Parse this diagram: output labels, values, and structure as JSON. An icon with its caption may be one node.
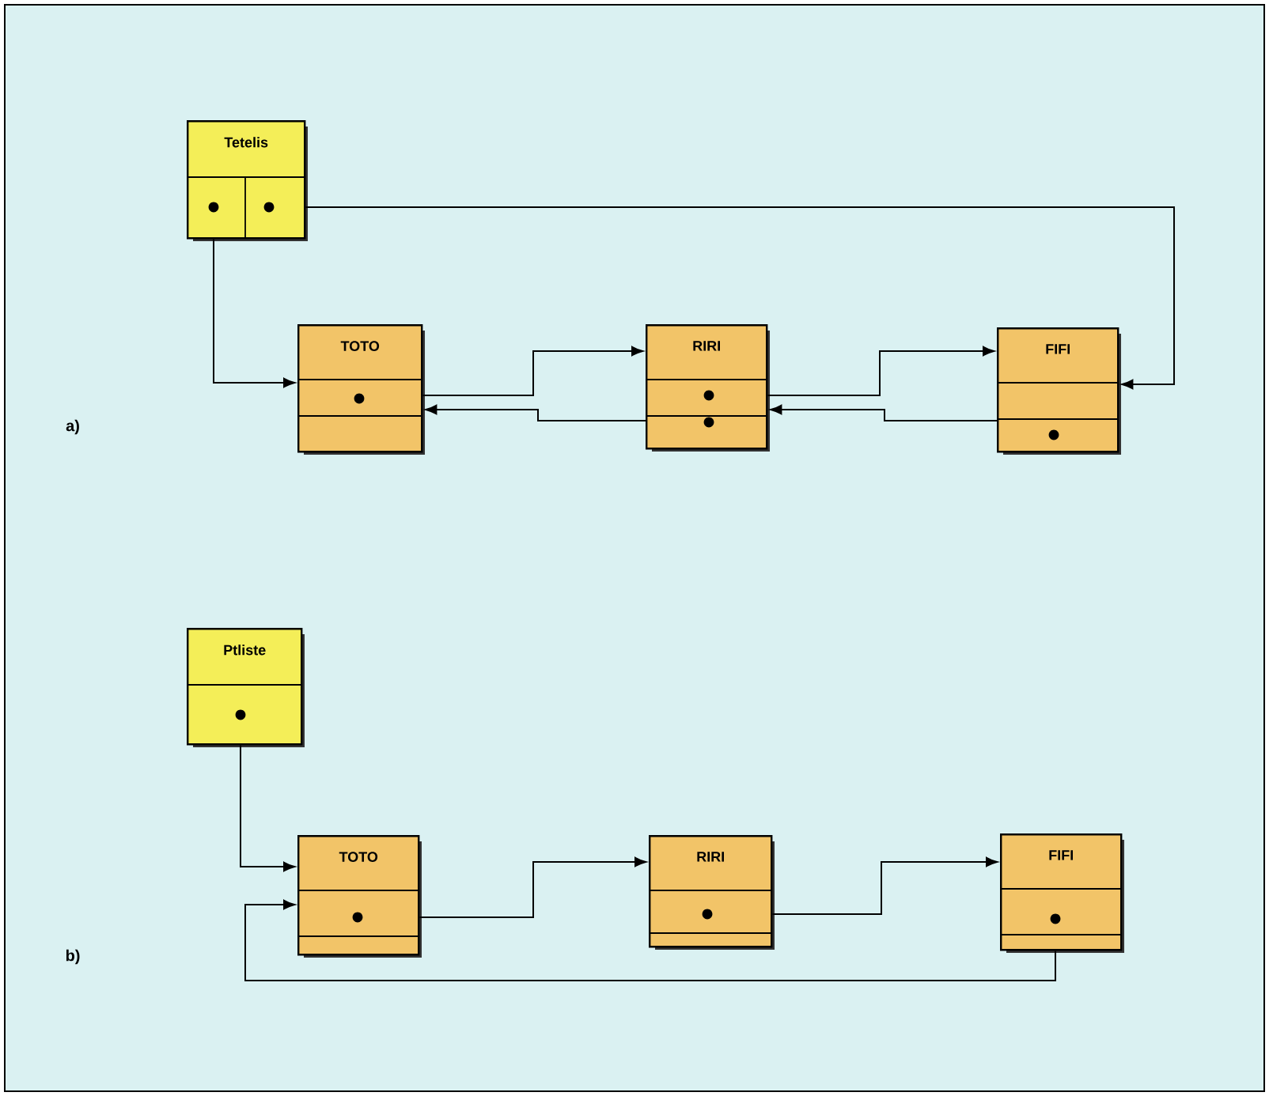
{
  "diagram": {
    "nodes": [
      {
        "text": [
          "Tetelis"
        ]
      },
      {
        "text": [
          "TOTO"
        ]
      },
      {
        "text": [
          "RIRI"
        ]
      },
      {
        "text": [
          "FIFI"
        ]
      },
      {
        "text": [
          "Ptliste"
        ]
      },
      {
        "text": [
          "TOTO"
        ]
      },
      {
        "text": [
          "RIRI"
        ]
      },
      {
        "text": [
          "FIFI"
        ]
      }
    ],
    "edges": [
      {
        "from": 0,
        "to": 1,
        "arrow": "to"
      },
      {
        "from": 0,
        "to": 3,
        "arrow": "to"
      },
      {
        "from": 1,
        "to": 2,
        "arrow": "to"
      },
      {
        "from": 2,
        "to": 1,
        "arrow": "to"
      },
      {
        "from": 2,
        "to": 3,
        "arrow": "to"
      },
      {
        "from": 3,
        "to": 2,
        "arrow": "to"
      },
      {
        "from": 4,
        "to": 5,
        "arrow": "to"
      },
      {
        "from": 5,
        "to": 6,
        "arrow": "to"
      },
      {
        "from": 6,
        "to": 7,
        "arrow": "to"
      },
      {
        "from": 7,
        "to": 5,
        "arrow": "to"
      }
    ],
    "labels": [
      "a)",
      "b)"
    ]
  }
}
